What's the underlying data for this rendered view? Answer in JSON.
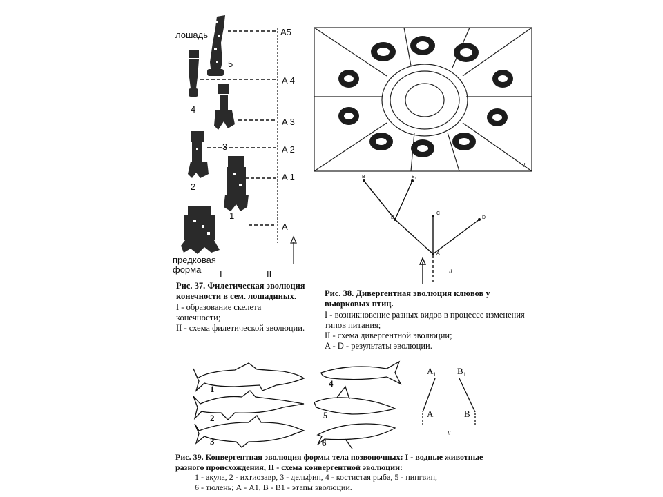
{
  "fig37": {
    "horse_label": "лошадь",
    "ancestor_label_1": "предковая",
    "ancestor_label_2": "форма",
    "stage_numbers": [
      "5",
      "4",
      "3",
      "2",
      "1"
    ],
    "stages": [
      "A5",
      "A 4",
      "A 3",
      "A 2",
      "A 1",
      "A"
    ],
    "roman": [
      "I",
      "II"
    ],
    "caption_title": "Рис. 37. Филетическая эволюция конечности в сем. лошадиных.",
    "caption_lines": [
      "I - образование скелета конечности;",
      "II - схема филетической эволюции."
    ]
  },
  "fig38": {
    "top_roman": "I",
    "tree_nodes": [
      "B",
      "B₁",
      "B",
      "C",
      "D",
      "A"
    ],
    "tree_roman": "II",
    "caption_title": "Рис. 38. Дивергентная эволюция клювов у вьюрковых птиц.",
    "caption_lines": [
      "I - возникновение разных видов в процессе изменения типов питания;",
      "II - схема дивергентной эволюции;",
      "A - D - результаты эволюции."
    ]
  },
  "fig39": {
    "animal_numbers": [
      "1",
      "2",
      "3",
      "4",
      "5",
      "6"
    ],
    "scheme_labels": [
      "A₁",
      "B₁",
      "A",
      "B"
    ],
    "scheme_roman": "II",
    "caption_lines": [
      "Рис. 39. Конвергентная эволюция формы тела позвоночных: I - водные животные разного происхождения, II - схема конвергентной эволюции:",
      "1 - акула, 2 - ихтиозавр, 3 - дельфин, 4 - костистая рыба, 5 - пингвин,",
      "6 - тюлень; А - А1, В - В1 - этапы эволюции."
    ]
  }
}
